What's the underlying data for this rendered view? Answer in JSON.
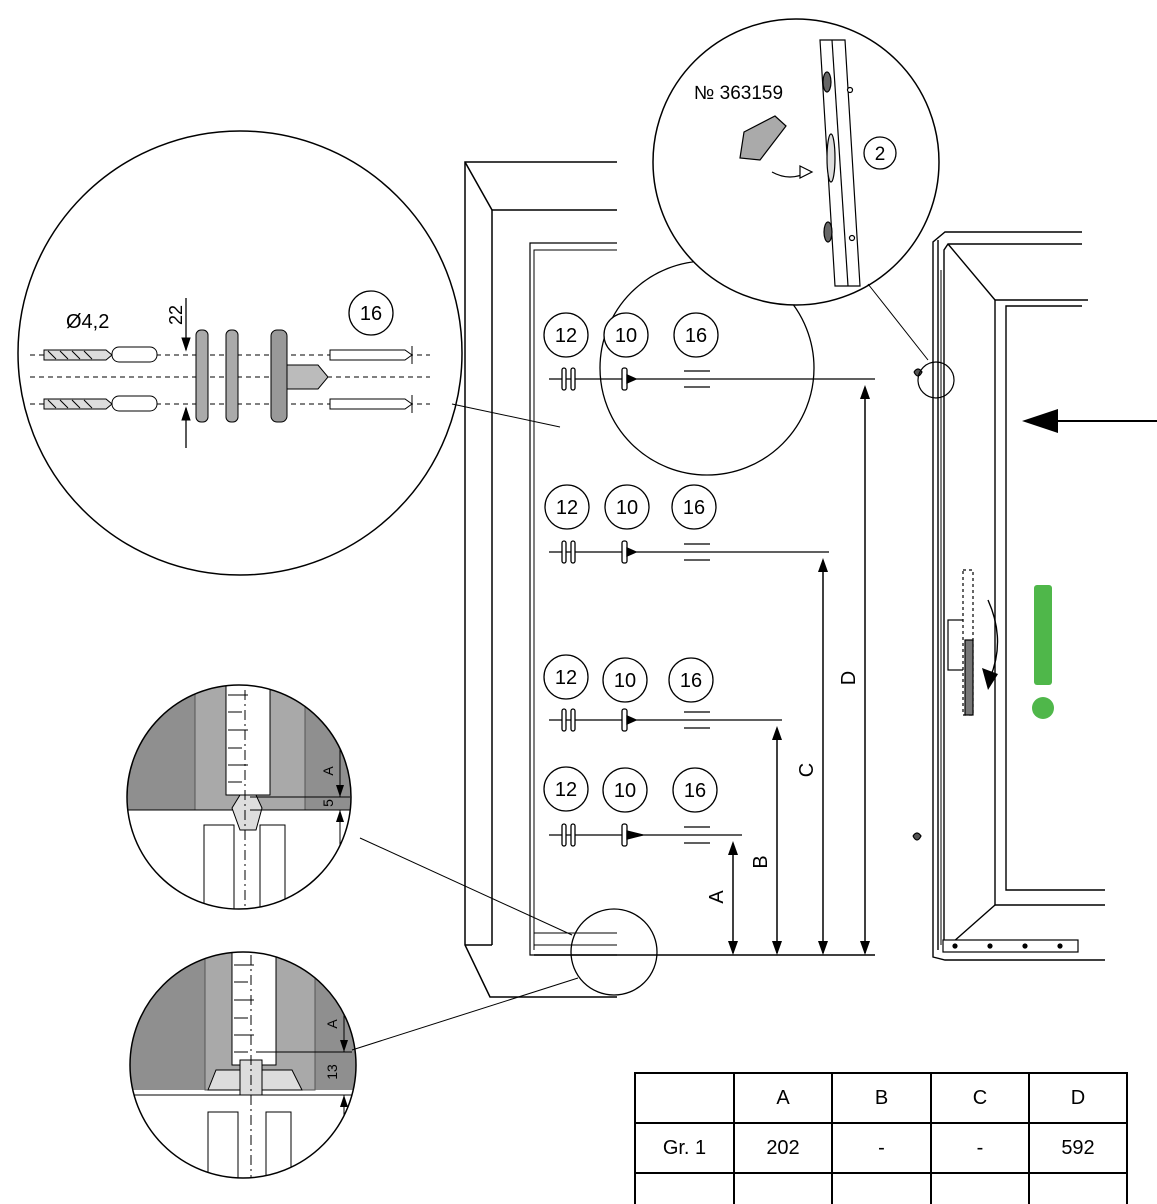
{
  "callouts": {
    "part_no": "№ 363159",
    "ref_2": "2",
    "drill_diameter": "Ø4,2",
    "dim_22": "22",
    "ref_16": "16",
    "ref_12": "12",
    "ref_10": "10"
  },
  "dimensions": {
    "a": "A",
    "b": "B",
    "c": "C",
    "d": "D",
    "detail_5": "5",
    "detail_13": "13"
  },
  "notice_mark": "!",
  "colors": {
    "notice_green": "#4fb74a",
    "profile_gray": "#9a9a9a",
    "line": "#000000"
  },
  "table": {
    "headers": [
      "",
      "A",
      "B",
      "C",
      "D"
    ],
    "rows": [
      [
        "Gr. 1",
        "202",
        "-",
        "-",
        "592"
      ]
    ]
  }
}
